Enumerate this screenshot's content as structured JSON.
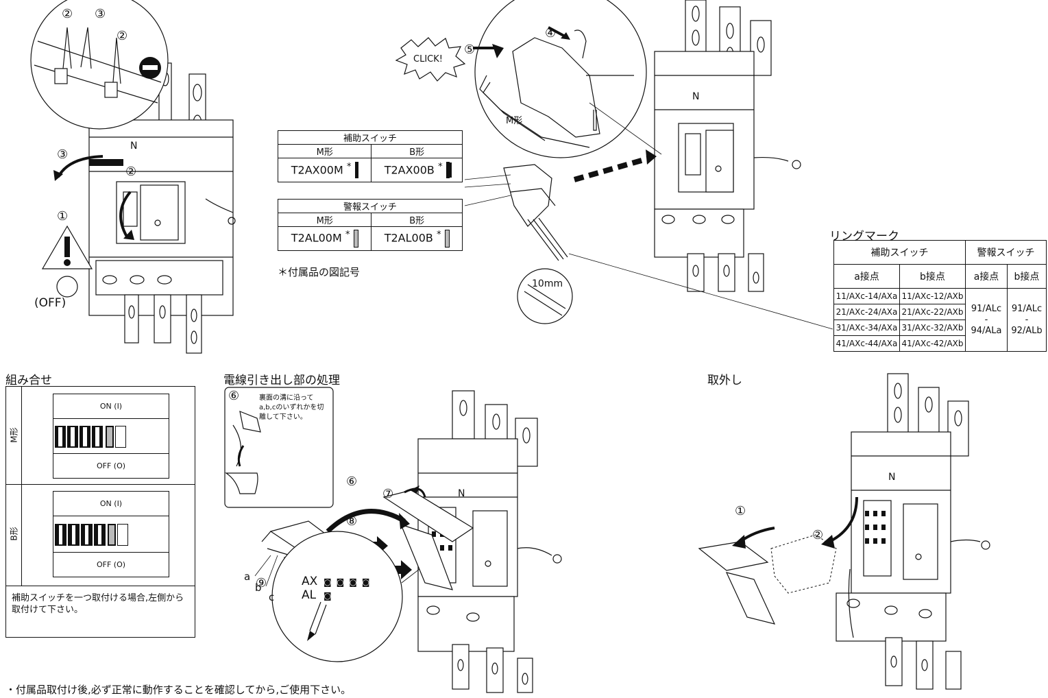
{
  "step_labels": {
    "s1_2a": "②",
    "s1_3a": "③",
    "s1_2b": "②",
    "s1_3b": "③",
    "s1_2c": "②",
    "s1_1": "①",
    "s2_4": "④",
    "s2_5": "⑤",
    "s3_6a": "⑥",
    "s3_6b": "⑥",
    "s3_7": "⑦",
    "s3_8": "⑧",
    "s3_9": "⑨",
    "s4_1": "①",
    "s4_2": "②"
  },
  "texts": {
    "off": "(OFF)",
    "n_pole": "N",
    "click": "CLICK!",
    "m_type_label": "M形",
    "wire_length": "10mm",
    "footnote": "＊付属品の図記号",
    "cut_instruction": "裏面の溝に沿ってa,b,cのいずれかを切離して下さい。",
    "cut_a": "a",
    "cut_b": "b",
    "cut_c": "c",
    "ax_label": "AX",
    "al_label": "AL",
    "footer": "・付属品取付け後,必ず正常に動作することを確認してから,ご使用下さい。"
  },
  "headings": {
    "ring_mark": "リングマーク",
    "combination": "組み合せ",
    "wire_exit": "電線引き出し部の処理",
    "removal": "取外し"
  },
  "aux_switch_table": {
    "title": "補助スイッチ",
    "m_header": "M形",
    "b_header": "B形",
    "m_code": "T2AX00M",
    "b_code": "T2AX00B",
    "mark": "*"
  },
  "alarm_switch_table": {
    "title": "警報スイッチ",
    "m_header": "M形",
    "b_header": "B形",
    "m_code": "T2AL00M",
    "b_code": "T2AL00B",
    "mark": "*"
  },
  "ring_table": {
    "aux_header": "補助スイッチ",
    "alarm_header": "警報スイッチ",
    "a_contact": "a接点",
    "b_contact": "b接点",
    "a_contact2": "a接点",
    "b_contact2": "b接点",
    "rows": [
      {
        "a": "11/AXc-14/AXa",
        "b": "11/AXc-12/AXb"
      },
      {
        "a": "21/AXc-24/AXa",
        "b": "21/AXc-22/AXb"
      },
      {
        "a": "31/AXc-34/AXa",
        "b": "31/AXc-32/AXb"
      },
      {
        "a": "41/AXc-44/AXa",
        "b": "41/AXc-42/AXb"
      }
    ],
    "alarm_a_top": "91/ALc",
    "alarm_a_mid": "-",
    "alarm_a_bot": "94/ALa",
    "alarm_b_top": "91/ALc",
    "alarm_b_mid": "-",
    "alarm_b_bot": "92/ALb"
  },
  "combination": {
    "m_side": "M形",
    "b_side": "B形",
    "on_label": "ON (I)",
    "off_label": "OFF (O)",
    "on_label_b": "ON (I)",
    "off_label_b": "OFF (O)",
    "note": "補助スイッチを一つ取付ける場合,左側から取付けて下さい。"
  }
}
